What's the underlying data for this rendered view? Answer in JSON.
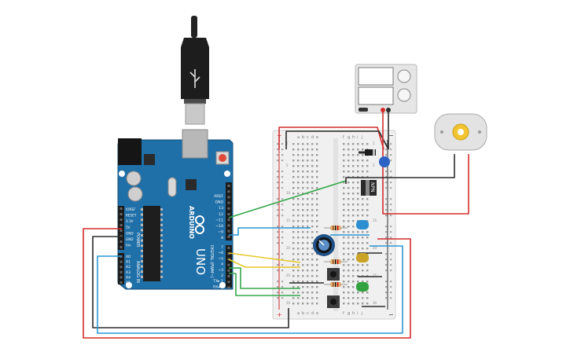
{
  "colors": {
    "background": "#ffffff",
    "arduino_board": "#1f6fa8",
    "arduino_dark": "#17598a",
    "breadboard": "#f1f1f1",
    "wire_red": "#d52b2b",
    "wire_black": "#2b2b2b",
    "wire_blue": "#2b97d6",
    "wire_yellow": "#e8c82a",
    "wire_green": "#34a84a",
    "led_blue": "#2b8fd0",
    "led_yellow": "#c9a426",
    "led_green": "#33a341"
  },
  "arduino": {
    "logo_text": "ARDUINO",
    "model_text": "UNO",
    "power_header_label": "POWER",
    "analog_header_label": "ANALOG IN",
    "digital_header_label": "DIGITAL (PWM~)",
    "top_pins": [
      "AREF",
      "GND",
      "13",
      "12",
      "~11",
      "~10",
      "~9",
      "8"
    ],
    "bottom_pins": [
      "7",
      "~6",
      "~5",
      "4",
      "~3",
      "2",
      "TX▸ 1",
      "RX◂ 0"
    ],
    "power_pins": [
      "IOREF",
      "RESET",
      "3.3V",
      "5V",
      "GND",
      "GND",
      "Vin"
    ],
    "analog_pins": [
      "A0",
      "A1",
      "A2",
      "A3",
      "A4",
      "A5"
    ]
  },
  "breadboard": {
    "column_letters_left": [
      "a",
      "b",
      "c",
      "d",
      "e"
    ],
    "column_letters_right": [
      "f",
      "g",
      "h",
      "i",
      "j"
    ],
    "rail_plus": "+",
    "rail_minus": "−",
    "row_numbers": [
      "1",
      "5",
      "10",
      "15",
      "20",
      "25",
      "30"
    ]
  },
  "components": {
    "transistor_label": "NPN",
    "usb_cable": "usb-cable",
    "power_supply": "dc-power-supply",
    "motor": "dc-motor",
    "potentiometer": "potentiometer",
    "pushbuttons": [
      "pushbutton-1",
      "pushbutton-2"
    ],
    "leds": [
      "blue",
      "yellow",
      "green"
    ]
  }
}
